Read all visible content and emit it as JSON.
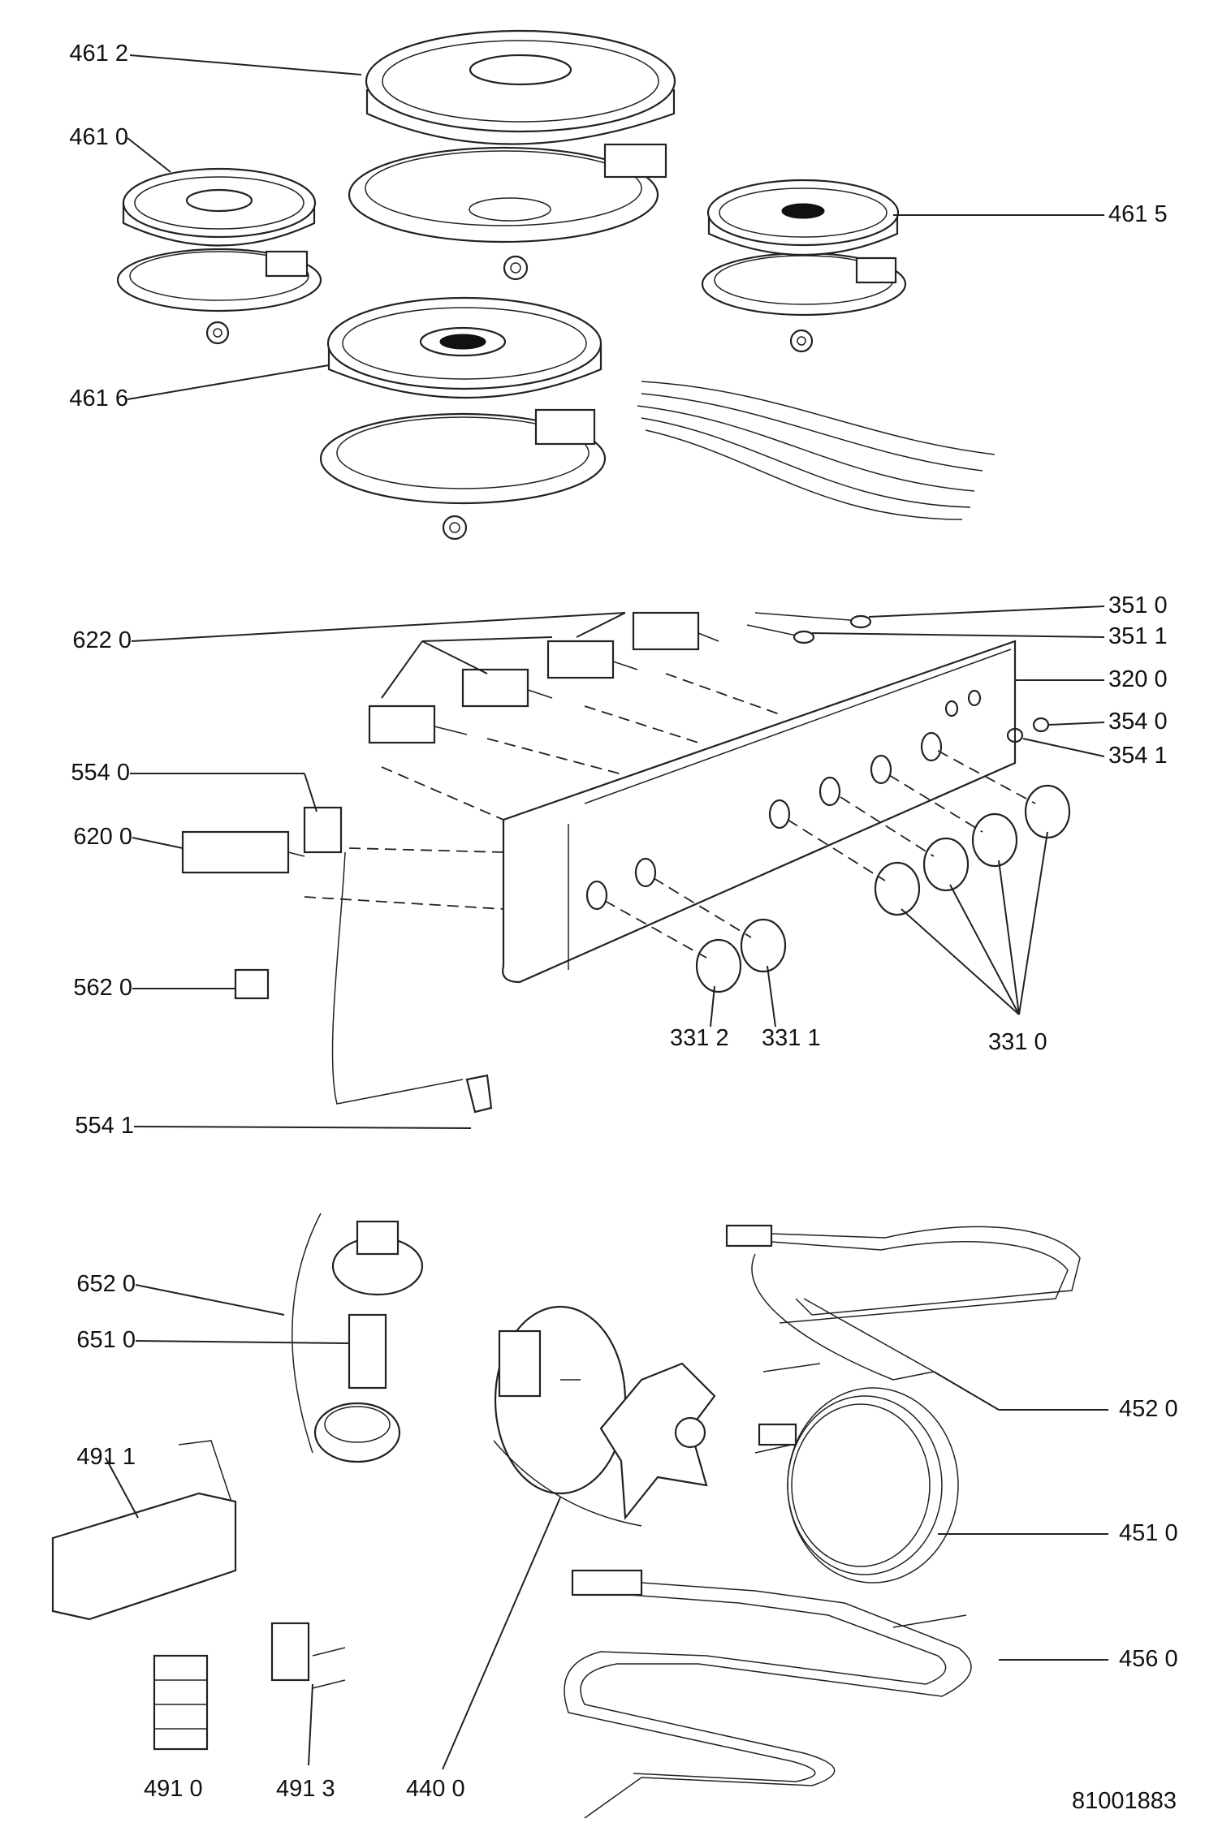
{
  "drawing_number": "81001883",
  "callouts": {
    "hotplate_large": "461 2",
    "hotplate_small": "461 0",
    "hotplate_rapid_small": "461 5",
    "hotplate_rapid_large": "461 6",
    "switch_group": "622 0",
    "thermostat": "554 0",
    "selector_switch": "620 0",
    "thermal_cutout": "562 0",
    "thermostat_bulb_clip": "554 1",
    "cable_a": "351 0",
    "cable_b": "351 1",
    "control_panel": "320 0",
    "lamp_a": "354 0",
    "lamp_b": "354 1",
    "knob_left": "331 2",
    "knob_mid": "331 1",
    "knob_group": "331 0",
    "lamp_holder": "652 0",
    "lamp_bulb": "651 0",
    "bracket": "491 1",
    "terminal_block": "491 0",
    "terminal_clamp": "491 3",
    "fan_motor": "440 0",
    "grill_element": "452 0",
    "circular_element": "451 0",
    "bottom_element": "456 0"
  }
}
